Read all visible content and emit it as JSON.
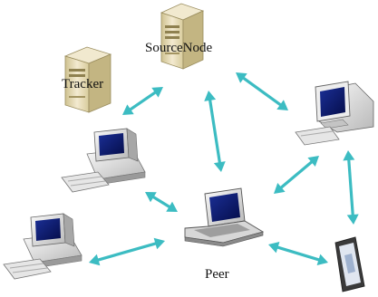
{
  "labels": {
    "source_node": "SourceNode",
    "tracker": "Tracker",
    "peer": "Peer"
  },
  "colors": {
    "arrow": "#3cbcc2",
    "server_body": "#e9dfb8",
    "server_shade": "#c9bc8c",
    "device_light": "#f3f3f3",
    "device_shade": "#bdbdbd",
    "screen": "#0a1e73"
  },
  "nodes": [
    {
      "id": "source-node",
      "kind": "server",
      "icon": "server-icon"
    },
    {
      "id": "tracker",
      "kind": "server",
      "icon": "server-icon"
    },
    {
      "id": "desktop-left-upper",
      "kind": "desktop",
      "icon": "desktop-computer-icon"
    },
    {
      "id": "desktop-left-lower",
      "kind": "desktop",
      "icon": "desktop-computer-icon"
    },
    {
      "id": "laptop-peer",
      "kind": "laptop",
      "icon": "laptop-icon"
    },
    {
      "id": "monitor-right",
      "kind": "monitor",
      "icon": "crt-monitor-icon"
    },
    {
      "id": "tablet-right",
      "kind": "tablet",
      "icon": "tablet-icon"
    }
  ],
  "edges": [
    {
      "from": "tracker",
      "to": "source-node",
      "bidirectional": true
    },
    {
      "from": "source-node",
      "to": "monitor-right",
      "bidirectional": true
    },
    {
      "from": "source-node",
      "to": "laptop-peer",
      "bidirectional": true
    },
    {
      "from": "desktop-left-upper",
      "to": "laptop-peer",
      "bidirectional": true
    },
    {
      "from": "desktop-left-lower",
      "to": "laptop-peer",
      "bidirectional": true
    },
    {
      "from": "monitor-right",
      "to": "laptop-peer",
      "bidirectional": true
    },
    {
      "from": "monitor-right",
      "to": "tablet-right",
      "bidirectional": true
    },
    {
      "from": "laptop-peer",
      "to": "tablet-right",
      "bidirectional": true
    }
  ]
}
